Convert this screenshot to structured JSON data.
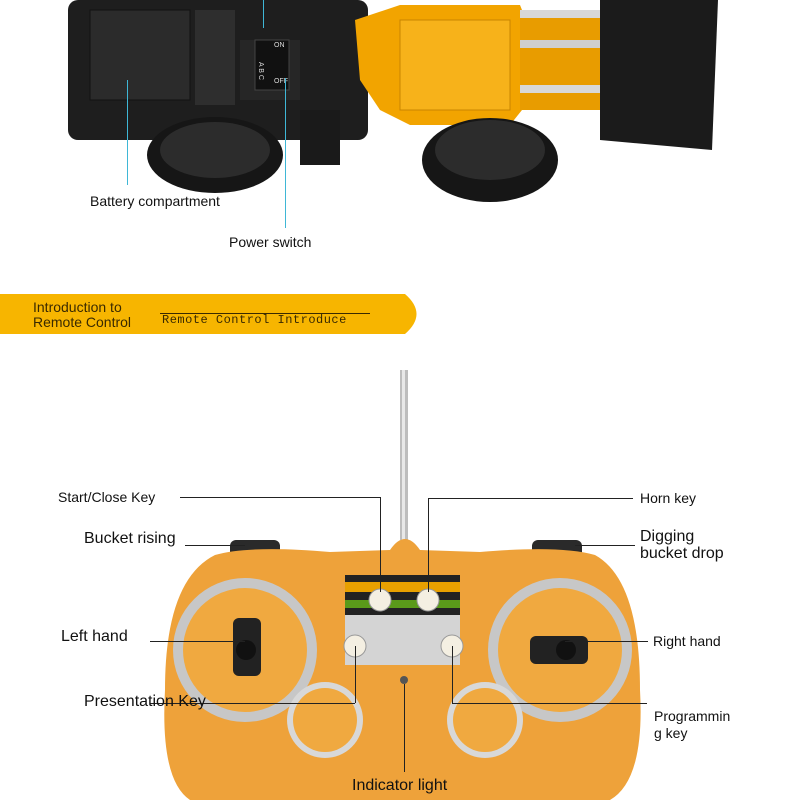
{
  "top_labels": {
    "battery": "Battery compartment",
    "power": "Power switch",
    "switch_on": "ON",
    "switch_off": "OFF",
    "switch_abc": "A B C"
  },
  "banner": {
    "title_line1": "Introduction to",
    "title_line2": "Remote Control",
    "subtitle": "Remote Control Introduce",
    "color": "#f7b500"
  },
  "remote_labels": {
    "start_close": "Start/Close Key",
    "horn": "Horn key",
    "bucket_rising": "Bucket rising",
    "digging_drop_1": "Digging",
    "digging_drop_2": "bucket drop",
    "left_hand": "Left hand",
    "right_hand": "Right hand",
    "presentation": "Presentation Key",
    "programming_1": "Programmin",
    "programming_2": "g key",
    "indicator": "Indicator light"
  },
  "colors": {
    "toy_yellow": "#f2a400",
    "remote_orange": "#eea23a",
    "chassis_black": "#1c1c1c",
    "callout_cyan": "#3fb7d6"
  }
}
